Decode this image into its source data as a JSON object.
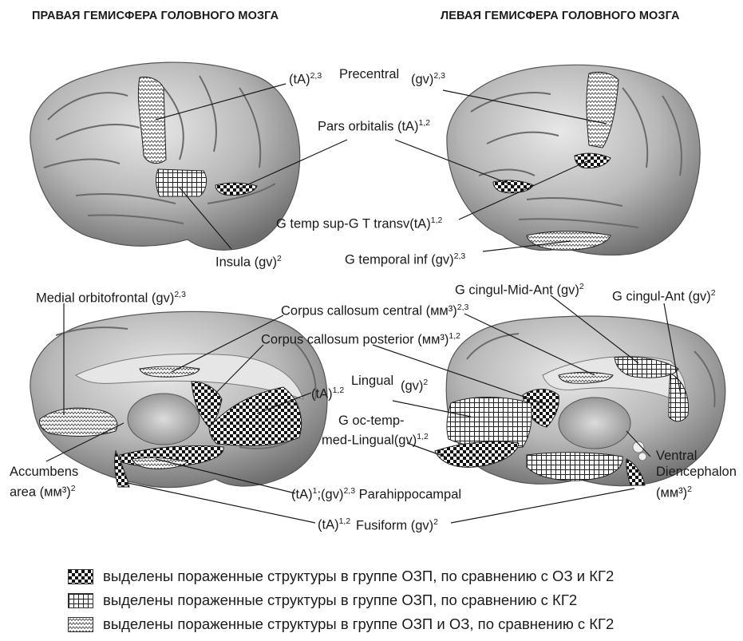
{
  "headers": {
    "right_hemisphere": "ПРАВАЯ ГЕМИСФЕРА ГОЛОВНОГО МОЗГА",
    "left_hemisphere": "ЛЕВАЯ ГЕМИСФЕРА ГОЛОВНОГО МОЗГА"
  },
  "labels": {
    "precentral_right": {
      "text": "(tA)",
      "sup": "2,3"
    },
    "precentral": {
      "text": "Precentral",
      "sup": ""
    },
    "precentral_left": {
      "text": "(gv)",
      "sup": "2,3"
    },
    "pars_orbitalis": {
      "text": "Pars orbitalis (tA)",
      "sup": "1,2"
    },
    "g_temp_sup": {
      "text": "G temp sup-G T transv(tA)",
      "sup": "1,2"
    },
    "insula": {
      "text": "Insula (gv)",
      "sup": "2"
    },
    "g_temporal_inf": {
      "text": "G temporal inf (gv)",
      "sup": "2,3"
    },
    "medial_orbitofrontal": {
      "text": "Medial orbitofrontal (gv)",
      "sup": "2,3"
    },
    "corpus_callosum_central": {
      "text": "Corpus callosum central (мм³)",
      "sup": "2,3"
    },
    "corpus_callosum_posterior": {
      "text": "Corpus callosum posterior (мм³)",
      "sup": "1,2"
    },
    "g_cingul_mid_ant": {
      "text": "G cingul-Mid-Ant (gv)",
      "sup": "2"
    },
    "g_cingul_ant": {
      "text": "G cingul-Ant (gv)",
      "sup": "2"
    },
    "lingual_ta": {
      "text": "(tA)",
      "sup": "1,2"
    },
    "lingual": {
      "text": "Lingual",
      "sup": ""
    },
    "lingual_gv": {
      "text": "(gv)",
      "sup": "2"
    },
    "g_oc_temp_1": {
      "text": "G oc-temp-",
      "sup": ""
    },
    "g_oc_temp_2": {
      "text": "med-Lingual(gv)",
      "sup": "1,2"
    },
    "accumbens_1": {
      "text": "Accumbens",
      "sup": ""
    },
    "accumbens_2": {
      "text": "area (мм³)",
      "sup": "2"
    },
    "parahippo_ta": {
      "text": "(tA)",
      "sup": "1"
    },
    "parahippo_gv": {
      "text": ";(gv)",
      "sup": "2,3"
    },
    "parahippo": {
      "text": "Parahippocampal",
      "sup": ""
    },
    "ventral_1": {
      "text": "Ventral",
      "sup": ""
    },
    "ventral_2": {
      "text": "Diencephalon",
      "sup": ""
    },
    "ventral_3": {
      "text": "(мм³)",
      "sup": "2"
    },
    "fusiform_ta": {
      "text": "(tA)",
      "sup": "1,2"
    },
    "fusiform": {
      "text": "Fusiform  (gv)",
      "sup": "2"
    }
  },
  "legend": [
    {
      "pattern": "checker",
      "text": "выделены пораженные структуры в группе ОЗП, по сравнению с ОЗ и КГ2"
    },
    {
      "pattern": "grid",
      "text": "выделены пораженные структуры в группе ОЗП, по сравнению с КГ2"
    },
    {
      "pattern": "zigzag",
      "text": "выделены пораженные структуры в группе ОЗП и ОЗ, по сравнению с КГ2"
    }
  ],
  "colors": {
    "brain_light": "#d4d4d4",
    "brain_mid": "#9a9a9a",
    "brain_dark": "#5c5c5c",
    "line": "#1a1a1a"
  }
}
